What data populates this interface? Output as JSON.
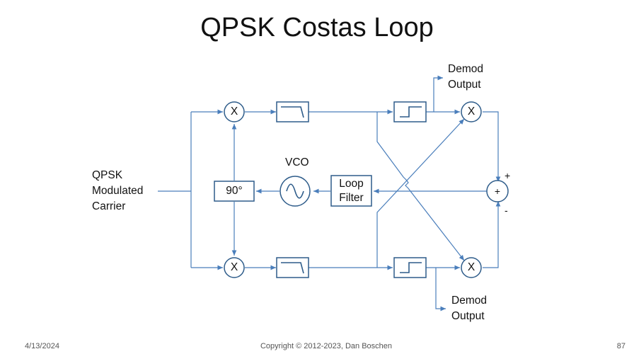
{
  "title": "QPSK Costas Loop",
  "labels": {
    "input_line1": "QPSK",
    "input_line2": "Modulated",
    "input_line3": "Carrier",
    "demod_top_line1": "Demod",
    "demod_top_line2": "Output",
    "demod_bottom_line1": "Demod",
    "demod_bottom_line2": "Output",
    "vco": "VCO",
    "phase_shift": "90°",
    "loop_filter_line1": "Loop",
    "loop_filter_line2": "Filter",
    "mixer": "X",
    "summer": "+",
    "plus_sign": "+",
    "minus_sign": "-"
  },
  "footer": {
    "date": "4/13/2024",
    "copyright": "Copyright © 2012-2023, Dan Boschen",
    "page": "87"
  },
  "colors": {
    "line": "#4a7ebb",
    "block_stroke": "#2e5c8a",
    "text": "#111111"
  }
}
